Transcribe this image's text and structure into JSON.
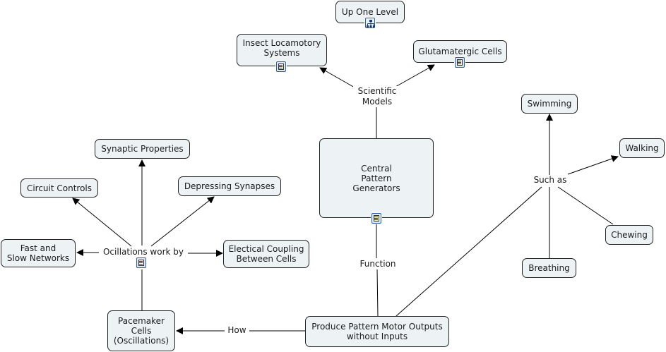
{
  "nodes": {
    "up_one_level": "Up One Level",
    "insect_locomotory": "Insect Locamotory\nSystems",
    "glutamatergic": "Glutamatergic Cells",
    "cpg": "Central\nPattern\nGenerators",
    "synaptic_properties": "Synaptic Properties",
    "circuit_controls": "Circuit Controls",
    "depressing_synapses": "Depressing Synapses",
    "fast_slow": "Fast and\nSlow Networks",
    "electrical_coupling": "Electical Coupling\nBetween Cells",
    "pacemaker": "Pacemaker\nCells\n(Oscillations)",
    "produce_pattern": "Produce Pattern Motor Outputs\nwithout Inputs",
    "swimming": "Swimming",
    "walking": "Walking",
    "chewing": "Chewing",
    "breathing": "Breathing"
  },
  "link_labels": {
    "scientific_models": "Scientific\nModels",
    "oscillations_work_by": "Ocillations work by",
    "function": "Function",
    "how": "How",
    "such_as": "Such as"
  },
  "icons": {
    "up_one_level": "hierarchy-icon",
    "insect_locomotory": "resource-document-icon",
    "glutamatergic": "resource-document-icon",
    "cpg": "resource-document-icon",
    "oscillations_work_by": "resource-document-icon"
  }
}
